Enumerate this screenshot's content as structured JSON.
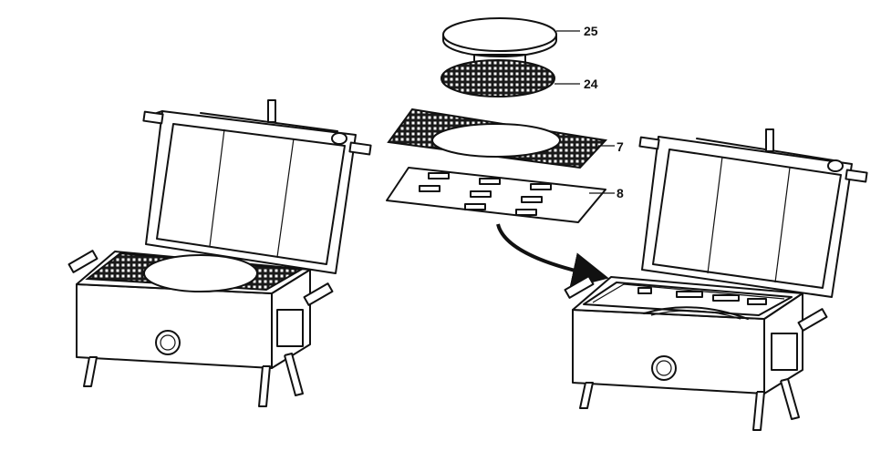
{
  "diagram": {
    "callouts": [
      {
        "id": "stone",
        "number": "25"
      },
      {
        "id": "pizza-grid",
        "number": "24"
      },
      {
        "id": "grill-plate",
        "number": "7"
      },
      {
        "id": "heat-shield",
        "number": "8"
      }
    ]
  }
}
